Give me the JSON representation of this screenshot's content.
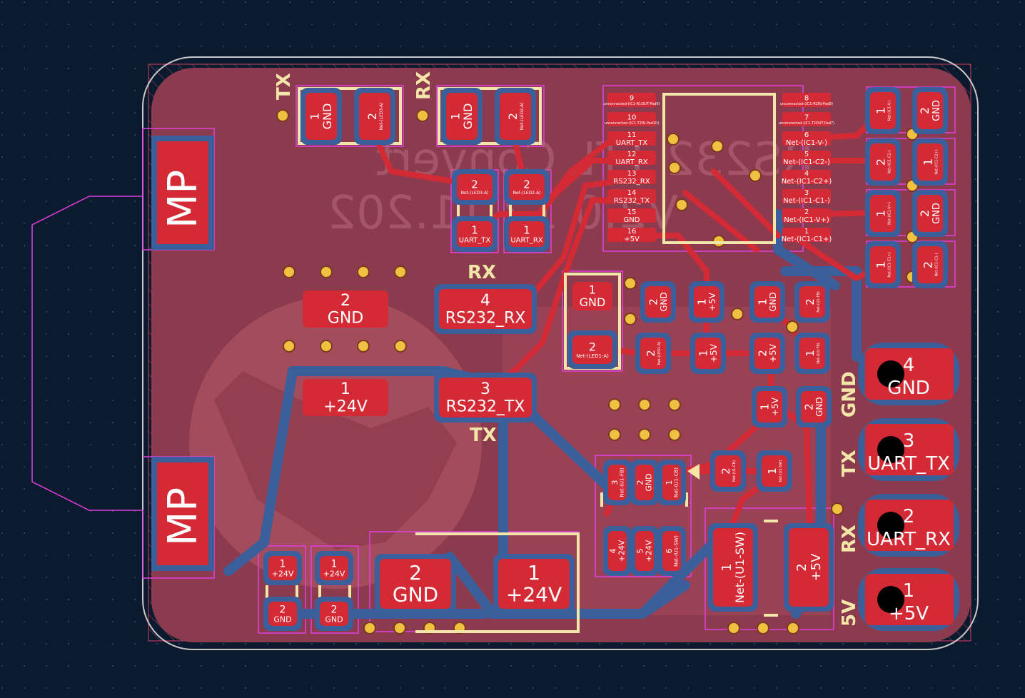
{
  "board": {
    "colors": {
      "background": "#0b1a2e",
      "grid_dot": "#3a4f6b",
      "board_fill": "#8c3a4e",
      "board_edge": "#c8c8c8",
      "copper": "#d42a35",
      "copper_back": "#3a5f9a",
      "silkscreen": "#f2e6a8",
      "courtyard": "#e040e0",
      "via": "#f0c040",
      "pad_text": "#ffffff",
      "hole": "#000000"
    },
    "ghost_text": [
      "RS232 TTL Convert",
      "V2.0 12.11.202"
    ],
    "silk_labels": [
      {
        "id": "tx-top",
        "text": "TX"
      },
      {
        "id": "rx-top",
        "text": "RX"
      },
      {
        "id": "rx-mid",
        "text": "RX"
      },
      {
        "id": "tx-mid",
        "text": "TX"
      },
      {
        "id": "gnd-right",
        "text": "GND"
      },
      {
        "id": "tx-right",
        "text": "TX"
      },
      {
        "id": "rx-right",
        "text": "RX"
      },
      {
        "id": "5v-right",
        "text": "5V"
      }
    ],
    "logo_text": "MP",
    "pads": {
      "led3_1": {
        "num": "1",
        "net": "GND"
      },
      "led3_2": {
        "num": "2",
        "net": "Net-(LED3-A)"
      },
      "led2_1": {
        "num": "1",
        "net": "GND"
      },
      "led2_2": {
        "num": "2",
        "net": "Net-(LED2-A)"
      },
      "r_a_2": {
        "num": "2",
        "net": "Net-(LED3-A)"
      },
      "r_a_1": {
        "num": "1",
        "net": "UART_TX"
      },
      "r_b_2": {
        "num": "2",
        "net": "Net-(LED2-A)"
      },
      "r_b_1": {
        "num": "1",
        "net": "UART_RX"
      },
      "ic_left": [
        {
          "num": "9",
          "net": "unconnected-(IC1-R1OUT-Pad9)"
        },
        {
          "num": "10",
          "net": "unconnected-(IC1-T2IN-Pad10)"
        },
        {
          "num": "11",
          "net": "UART_TX"
        },
        {
          "num": "12",
          "net": "UART_RX"
        },
        {
          "num": "13",
          "net": "RS232_RX"
        },
        {
          "num": "14",
          "net": "RS232_TX"
        },
        {
          "num": "15",
          "net": "GND"
        },
        {
          "num": "16",
          "net": "+5V"
        }
      ],
      "ic_right": [
        {
          "num": "8",
          "net": "unconnected-(IC1-R2IN-Pad8)"
        },
        {
          "num": "7",
          "net": "unconnected-(IC1-T2OUT-Pad7)"
        },
        {
          "num": "6",
          "net": "Net-(IC1-V-)"
        },
        {
          "num": "5",
          "net": "Net-(IC1-C2-)"
        },
        {
          "num": "4",
          "net": "Net-(IC1-C2+)"
        },
        {
          "num": "3",
          "net": "Net-(IC1-C1-)"
        },
        {
          "num": "2",
          "net": "Net-(IC1-V+)"
        },
        {
          "num": "1",
          "net": "Net-(IC1-C1+)"
        }
      ],
      "c_right": [
        {
          "a": "1",
          "an": "Net-(IC1-V-)",
          "b": "2",
          "bn": "GND"
        },
        {
          "a": "2",
          "an": "Net-(IC1-C2-)",
          "b": "1",
          "bn": "Net-(IC1-C2+)"
        },
        {
          "a": "1",
          "an": "Net-(IC1-V+)",
          "b": "2",
          "bn": "GND"
        },
        {
          "a": "1",
          "an": "Net-(IC1-C1+)",
          "b": "2",
          "bn": "Net-(IC1-C1-)"
        }
      ],
      "conn_rx": {
        "num": "4",
        "net": "RS232_RX"
      },
      "conn_tx": {
        "num": "3",
        "net": "RS232_TX"
      },
      "pwr_gnd": {
        "num": "2",
        "net": "GND"
      },
      "pwr_24": {
        "num": "1",
        "net": "+24V"
      },
      "led1_1": {
        "num": "1",
        "net": "GND"
      },
      "led1_2": {
        "num": "2",
        "net": "Net-(LED1-A)"
      },
      "r_led1_2": {
        "num": "2",
        "net": "Net-(LED1-A)"
      },
      "r_led1_1": {
        "num": "1",
        "net": "+5V"
      },
      "c_gnd1": {
        "num": "2",
        "net": "GND"
      },
      "c_5v1": {
        "num": "1",
        "net": "+5V"
      },
      "c_gnd2": {
        "num": "1",
        "net": "GND"
      },
      "c_fb2": {
        "num": "2",
        "net": "Net-(U1-FB)"
      },
      "c_5v2": {
        "num": "2",
        "net": "+5V"
      },
      "c_fb1": {
        "num": "1",
        "net": "Net-(U1-FB)"
      },
      "c_5v3": {
        "num": "1",
        "net": "+5V"
      },
      "c_gnd3": {
        "num": "2",
        "net": "GND"
      },
      "u1_fb": {
        "num": "3",
        "net": "Net-(U1-FB)"
      },
      "u1_gnd": {
        "num": "2",
        "net": "GND"
      },
      "u1_cb": {
        "num": "1",
        "net": "Net-(U1-CB)"
      },
      "u1_4": {
        "num": "4",
        "net": "+24V"
      },
      "u1_5": {
        "num": "5",
        "net": "+24V"
      },
      "u1_6": {
        "num": "6",
        "net": "Net-(U1-SW)"
      },
      "c_cb2": {
        "num": "2",
        "net": "Net-(U1-CB)"
      },
      "c_sw1": {
        "num": "1",
        "net": "Net-(U1-SW)"
      },
      "l1_1": {
        "num": "1",
        "net": "Net-(U1-SW)"
      },
      "l1_2": {
        "num": "2",
        "net": "+5V"
      },
      "out_gnd": {
        "num": "4",
        "net": "GND"
      },
      "out_tx": {
        "num": "3",
        "net": "UART_TX"
      },
      "out_rx": {
        "num": "2",
        "net": "UART_RX"
      },
      "out_5v": {
        "num": "1",
        "net": "+5V"
      },
      "cin1_1": {
        "num": "1",
        "net": "+24V"
      },
      "cin1_2": {
        "num": "2",
        "net": "GND"
      },
      "cin2_1": {
        "num": "1",
        "net": "+24V"
      },
      "cin2_2": {
        "num": "2",
        "net": "GND"
      },
      "cap_big_2": {
        "num": "2",
        "net": "GND"
      },
      "cap_big_1": {
        "num": "1",
        "net": "+24V"
      }
    }
  }
}
